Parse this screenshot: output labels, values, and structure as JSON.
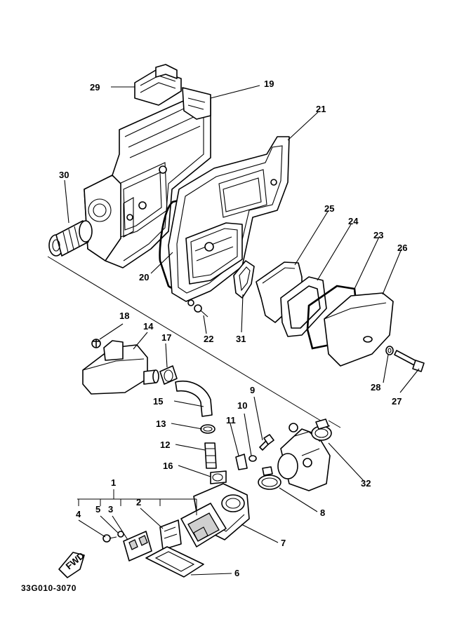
{
  "diagram": {
    "drawing_code": "33G010-3070",
    "fwd_label": "FWD",
    "callouts": [
      {
        "id": "1",
        "label": "1"
      },
      {
        "id": "2",
        "label": "2"
      },
      {
        "id": "3",
        "label": "3"
      },
      {
        "id": "4",
        "label": "4"
      },
      {
        "id": "5",
        "label": "5"
      },
      {
        "id": "6",
        "label": "6"
      },
      {
        "id": "7",
        "label": "7"
      },
      {
        "id": "8",
        "label": "8"
      },
      {
        "id": "9",
        "label": "9"
      },
      {
        "id": "10",
        "label": "10"
      },
      {
        "id": "11",
        "label": "11"
      },
      {
        "id": "12",
        "label": "12"
      },
      {
        "id": "13",
        "label": "13"
      },
      {
        "id": "14",
        "label": "14"
      },
      {
        "id": "15",
        "label": "15"
      },
      {
        "id": "16",
        "label": "16"
      },
      {
        "id": "17",
        "label": "17"
      },
      {
        "id": "18",
        "label": "18"
      },
      {
        "id": "19",
        "label": "19"
      },
      {
        "id": "20",
        "label": "20"
      },
      {
        "id": "21",
        "label": "21"
      },
      {
        "id": "22",
        "label": "22"
      },
      {
        "id": "23",
        "label": "23"
      },
      {
        "id": "24",
        "label": "24"
      },
      {
        "id": "25",
        "label": "25"
      },
      {
        "id": "26",
        "label": "26"
      },
      {
        "id": "27",
        "label": "27"
      },
      {
        "id": "28",
        "label": "28"
      },
      {
        "id": "29",
        "label": "29"
      },
      {
        "id": "30",
        "label": "30"
      },
      {
        "id": "31",
        "label": "31"
      },
      {
        "id": "32",
        "label": "32"
      }
    ]
  }
}
